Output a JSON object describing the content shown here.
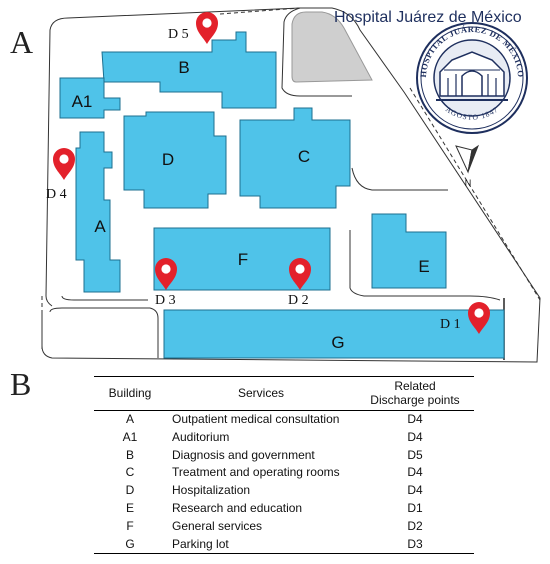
{
  "panel_a_label": "A",
  "panel_b_label": "B",
  "hospital_name": "Hospital Juárez de México",
  "seal": {
    "text_top": "HOSPITAL JUÁREZ DE MÉXICO",
    "text_bottom": "AGOSTO 1847"
  },
  "north_label": "N",
  "buildings": {
    "A": "A",
    "A1": "A1",
    "B": "B",
    "C": "C",
    "D": "D",
    "E": "E",
    "F": "F",
    "G": "G"
  },
  "discharge_points": {
    "D1": "D 1",
    "D2": "D 2",
    "D3": "D 3",
    "D4": "D 4",
    "D5": "D 5"
  },
  "colors": {
    "building_fill": "#4fc3e9",
    "building_stroke": "#1c6f8f",
    "marker": "#e3212b",
    "gray_zone": "#cfcfcf"
  },
  "table": {
    "headers": {
      "building": "Building",
      "services": "Services",
      "related_line1": "Related",
      "related_line2": "Discharge points"
    },
    "rows": [
      {
        "building": "A",
        "services": "Outpatient medical consultation",
        "discharge": "D4"
      },
      {
        "building": "A1",
        "services": "Auditorium",
        "discharge": "D4"
      },
      {
        "building": "B",
        "services": "Diagnosis and government",
        "discharge": "D5"
      },
      {
        "building": "C",
        "services": "Treatment and operating rooms",
        "discharge": "D4"
      },
      {
        "building": "D",
        "services": "Hospitalization",
        "discharge": "D4"
      },
      {
        "building": "E",
        "services": "Research and education",
        "discharge": "D1"
      },
      {
        "building": "F",
        "services": "General services",
        "discharge": "D2"
      },
      {
        "building": "G",
        "services": "Parking lot",
        "discharge": "D3"
      }
    ]
  }
}
